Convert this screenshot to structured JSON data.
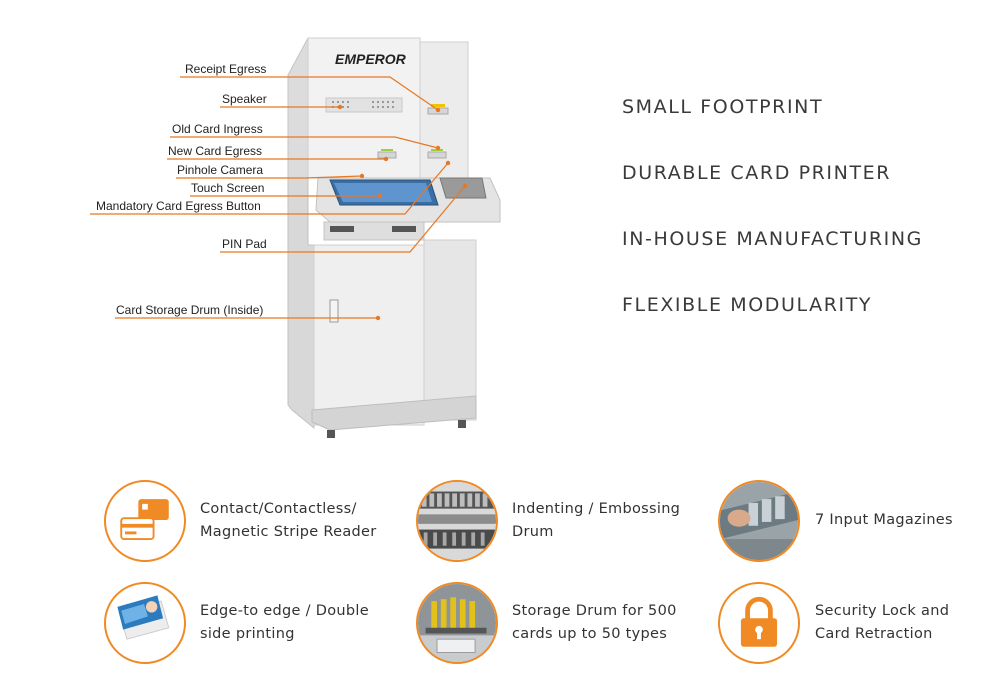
{
  "kiosk": {
    "brand_logo": "EMPEROR",
    "callouts": [
      {
        "key": "receipt",
        "label": "Receipt Egress"
      },
      {
        "key": "speaker",
        "label": "Speaker"
      },
      {
        "key": "old_card",
        "label": "Old Card Ingress"
      },
      {
        "key": "new_card",
        "label": "New Card Egress"
      },
      {
        "key": "camera",
        "label": "Pinhole Camera"
      },
      {
        "key": "touch",
        "label": "Touch Screen"
      },
      {
        "key": "eject_button",
        "label": "Mandatory Card Egress Button"
      },
      {
        "key": "pin_pad",
        "label": "PIN Pad"
      },
      {
        "key": "drum",
        "label": "Card Storage Drum (Inside)"
      }
    ]
  },
  "features": [
    "SMALL FOOTPRINT",
    "DURABLE CARD PRINTER",
    "IN-HOUSE MANUFACTURING",
    "FLEXIBLE MODULARITY"
  ],
  "capabilities": [
    {
      "icon": "card-reader-icon",
      "lines": [
        "Contact/Contactless/",
        "Magnetic Stripe Reader"
      ]
    },
    {
      "icon": "embossing-drum-icon",
      "lines": [
        "Indenting / Embossing",
        "Drum"
      ]
    },
    {
      "icon": "input-magazines-icon",
      "lines": [
        "7 Input Magazines"
      ]
    },
    {
      "icon": "card-printing-icon",
      "lines": [
        "Edge-to edge / Double",
        "side printing"
      ]
    },
    {
      "icon": "storage-drum-icon",
      "lines": [
        "Storage Drum  for 500",
        "cards up to 50 types"
      ]
    },
    {
      "icon": "padlock-icon",
      "lines": [
        "Security Lock and",
        "Card Retraction"
      ]
    }
  ],
  "colors": {
    "accent": "#f08a24",
    "callout_line": "#e87722",
    "kiosk_body": "#e9e9e9",
    "text": "#333333"
  }
}
